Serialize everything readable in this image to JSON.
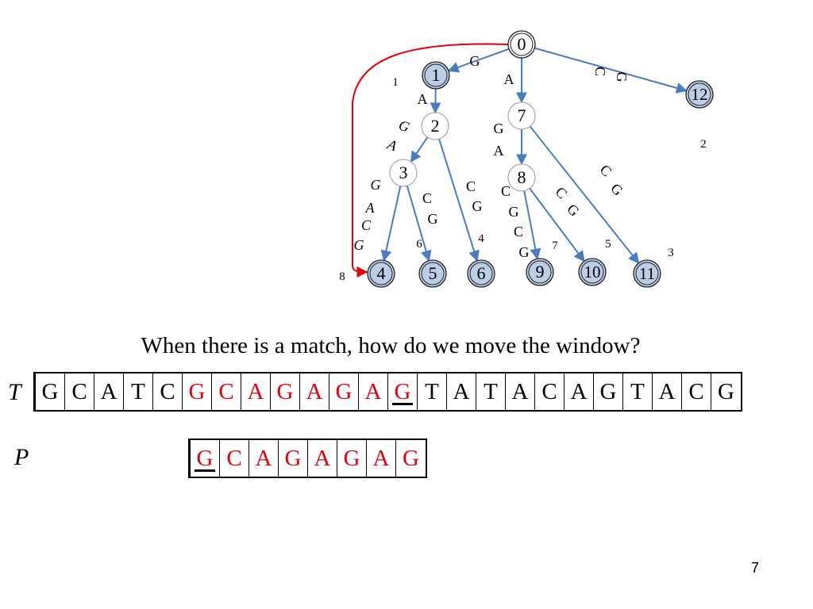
{
  "tree": {
    "colors": {
      "node_fill_leaf": "#bccde6",
      "edge": "#4a7cc0",
      "jump_edge": "#e0000f"
    },
    "nodes": [
      "0",
      "1",
      "2",
      "3",
      "4",
      "5",
      "6",
      "7",
      "8",
      "9",
      "10",
      "11",
      "12"
    ],
    "edge_labels": [
      "G",
      "A",
      "C",
      "G",
      "A",
      "G",
      "A",
      "G",
      "A",
      "C",
      "G",
      "C",
      "G",
      "C",
      "G",
      "G",
      "A",
      "C",
      "G",
      "C",
      "G",
      "C",
      "G",
      "C",
      "G"
    ],
    "shift_values": [
      "1",
      "2",
      "3",
      "4",
      "5",
      "6",
      "7",
      "8"
    ]
  },
  "question": "When there is a match, how do we move the window?",
  "text_row": {
    "label": "T",
    "cells": [
      {
        "ch": "G",
        "red": false,
        "underline": false
      },
      {
        "ch": "C",
        "red": false,
        "underline": false
      },
      {
        "ch": "A",
        "red": false,
        "underline": false
      },
      {
        "ch": "T",
        "red": false,
        "underline": false
      },
      {
        "ch": "C",
        "red": false,
        "underline": false
      },
      {
        "ch": "G",
        "red": true,
        "underline": false
      },
      {
        "ch": "C",
        "red": true,
        "underline": false
      },
      {
        "ch": "A",
        "red": true,
        "underline": false
      },
      {
        "ch": "G",
        "red": true,
        "underline": false
      },
      {
        "ch": "A",
        "red": true,
        "underline": false
      },
      {
        "ch": "G",
        "red": true,
        "underline": false
      },
      {
        "ch": "A",
        "red": true,
        "underline": false
      },
      {
        "ch": "G",
        "red": true,
        "underline": true
      },
      {
        "ch": "T",
        "red": false,
        "underline": false
      },
      {
        "ch": "A",
        "red": false,
        "underline": false
      },
      {
        "ch": "T",
        "red": false,
        "underline": false
      },
      {
        "ch": "A",
        "red": false,
        "underline": false
      },
      {
        "ch": "C",
        "red": false,
        "underline": false
      },
      {
        "ch": "A",
        "red": false,
        "underline": false
      },
      {
        "ch": "G",
        "red": false,
        "underline": false
      },
      {
        "ch": "T",
        "red": false,
        "underline": false
      },
      {
        "ch": "A",
        "red": false,
        "underline": false
      },
      {
        "ch": "C",
        "red": false,
        "underline": false
      },
      {
        "ch": "G",
        "red": false,
        "underline": false
      }
    ]
  },
  "pattern_row": {
    "label": "P",
    "cells": [
      {
        "ch": "G",
        "red": true,
        "underline": true
      },
      {
        "ch": "C",
        "red": true,
        "underline": false
      },
      {
        "ch": "A",
        "red": true,
        "underline": false
      },
      {
        "ch": "G",
        "red": true,
        "underline": false
      },
      {
        "ch": "A",
        "red": true,
        "underline": false
      },
      {
        "ch": "G",
        "red": true,
        "underline": false
      },
      {
        "ch": "A",
        "red": true,
        "underline": false
      },
      {
        "ch": "G",
        "red": true,
        "underline": false
      }
    ]
  },
  "page_number": "7"
}
